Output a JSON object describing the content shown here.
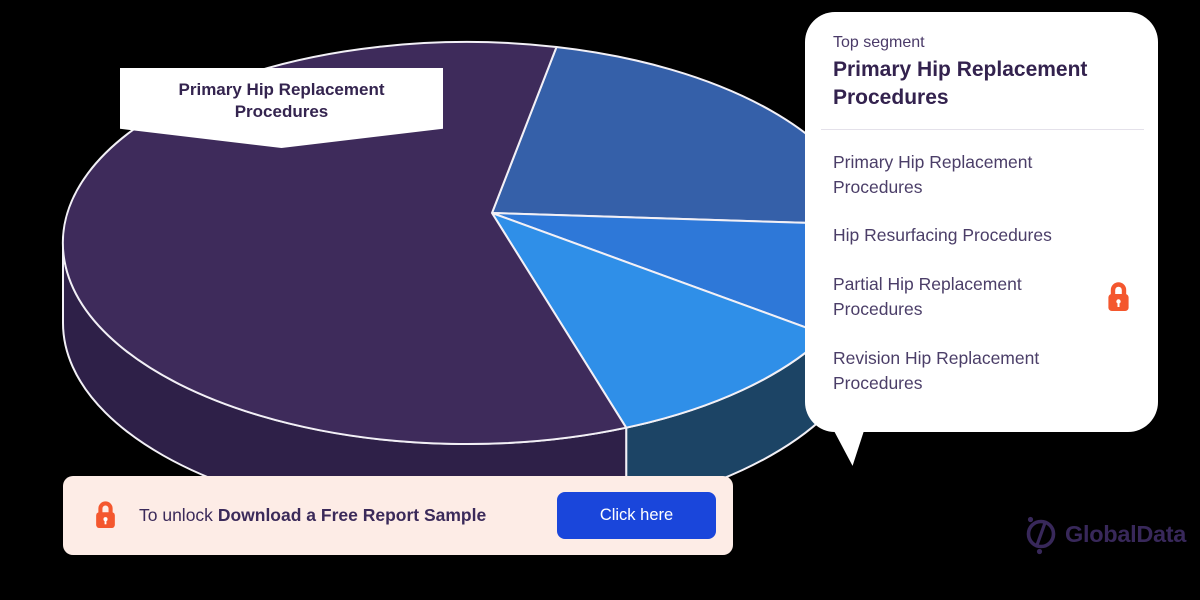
{
  "background_color": "#000000",
  "callout": {
    "label": "Primary Hip Replacement\nProcedures"
  },
  "chart_data": {
    "type": "pie",
    "style": "3d-pie",
    "values_shown_on_chart": false,
    "legend_position": "right-panel",
    "slices": [
      {
        "label": "Primary Hip Replacement Procedures",
        "estimated_share_pct": 60,
        "color": "#3e2b5b",
        "side_color": "#2e2048",
        "top_segment": true
      },
      {
        "label": "Hip Resurfacing Procedures",
        "estimated_share_pct": 20,
        "color": "#3560a9",
        "side_color": "#24477e"
      },
      {
        "label": "Partial Hip Replacement Procedures",
        "estimated_share_pct": 9,
        "color": "#2e78d8",
        "side_color": "#1d4a80",
        "locked": true
      },
      {
        "label": "Revision Hip Replacement Procedures",
        "estimated_share_pct": 11,
        "color": "#2f8fe8",
        "side_color": "#1c4465"
      }
    ]
  },
  "panel": {
    "eyebrow": "Top segment",
    "title": "Primary Hip Replacement Procedures",
    "items": [
      "Primary Hip Replacement Procedures",
      "Hip Resurfacing Procedures",
      "Partial Hip Replacement Procedures",
      "Revision Hip Replacement Procedures"
    ],
    "locked_item": "Partial Hip Replacement Procedures"
  },
  "banner": {
    "prefix": "To unlock",
    "bold_text": "Download a Free Report Sample",
    "button_label": "Click here"
  },
  "logo": {
    "text": "GlobalData"
  },
  "colors": {
    "accent_orange": "#f4572e",
    "button_blue": "#1a46db",
    "heading_purple": "#33224e",
    "body_purple": "#4b3e68",
    "banner_bg": "#fdece6",
    "outline": "#f2f0f6"
  }
}
